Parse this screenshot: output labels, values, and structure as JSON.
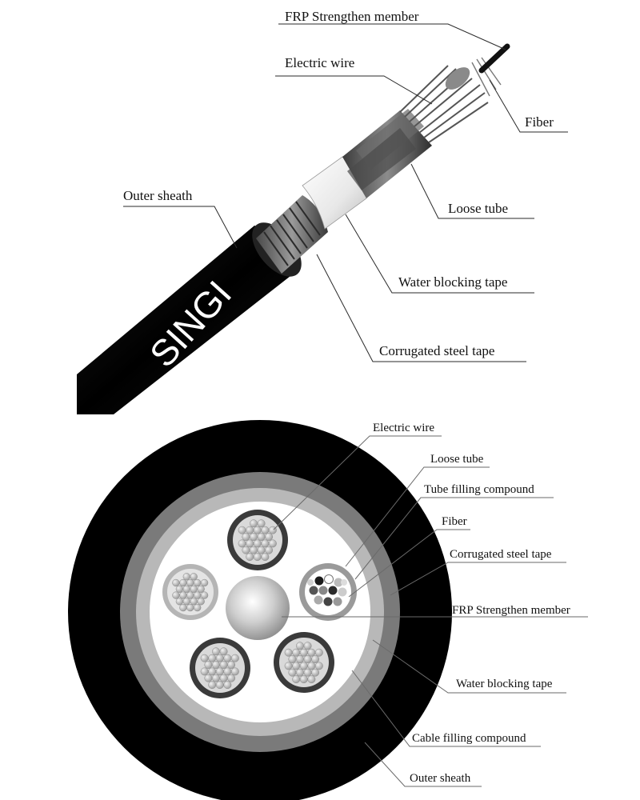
{
  "brand": "SINGI",
  "side_view": {
    "labels": {
      "frp": "FRP Strengthen member",
      "electric_wire": "Electric wire",
      "fiber": "Fiber",
      "outer_sheath": "Outer sheath",
      "loose_tube": "Loose tube",
      "water_blocking_tape": "Water blocking tape",
      "corrugated_steel_tape": "Corrugated steel tape"
    }
  },
  "cross_section": {
    "labels": {
      "electric_wire": "Electric wire",
      "loose_tube": "Loose tube",
      "tube_filling_compound": "Tube filling compound",
      "fiber": "Fiber",
      "corrugated_steel_tape": "Corrugated steel tape",
      "frp": "FRP Strengthen member",
      "water_blocking_tape": "Water blocking tape",
      "cable_filling_compound": "Cable filling compound",
      "outer_sheath": "Outer sheath"
    }
  }
}
